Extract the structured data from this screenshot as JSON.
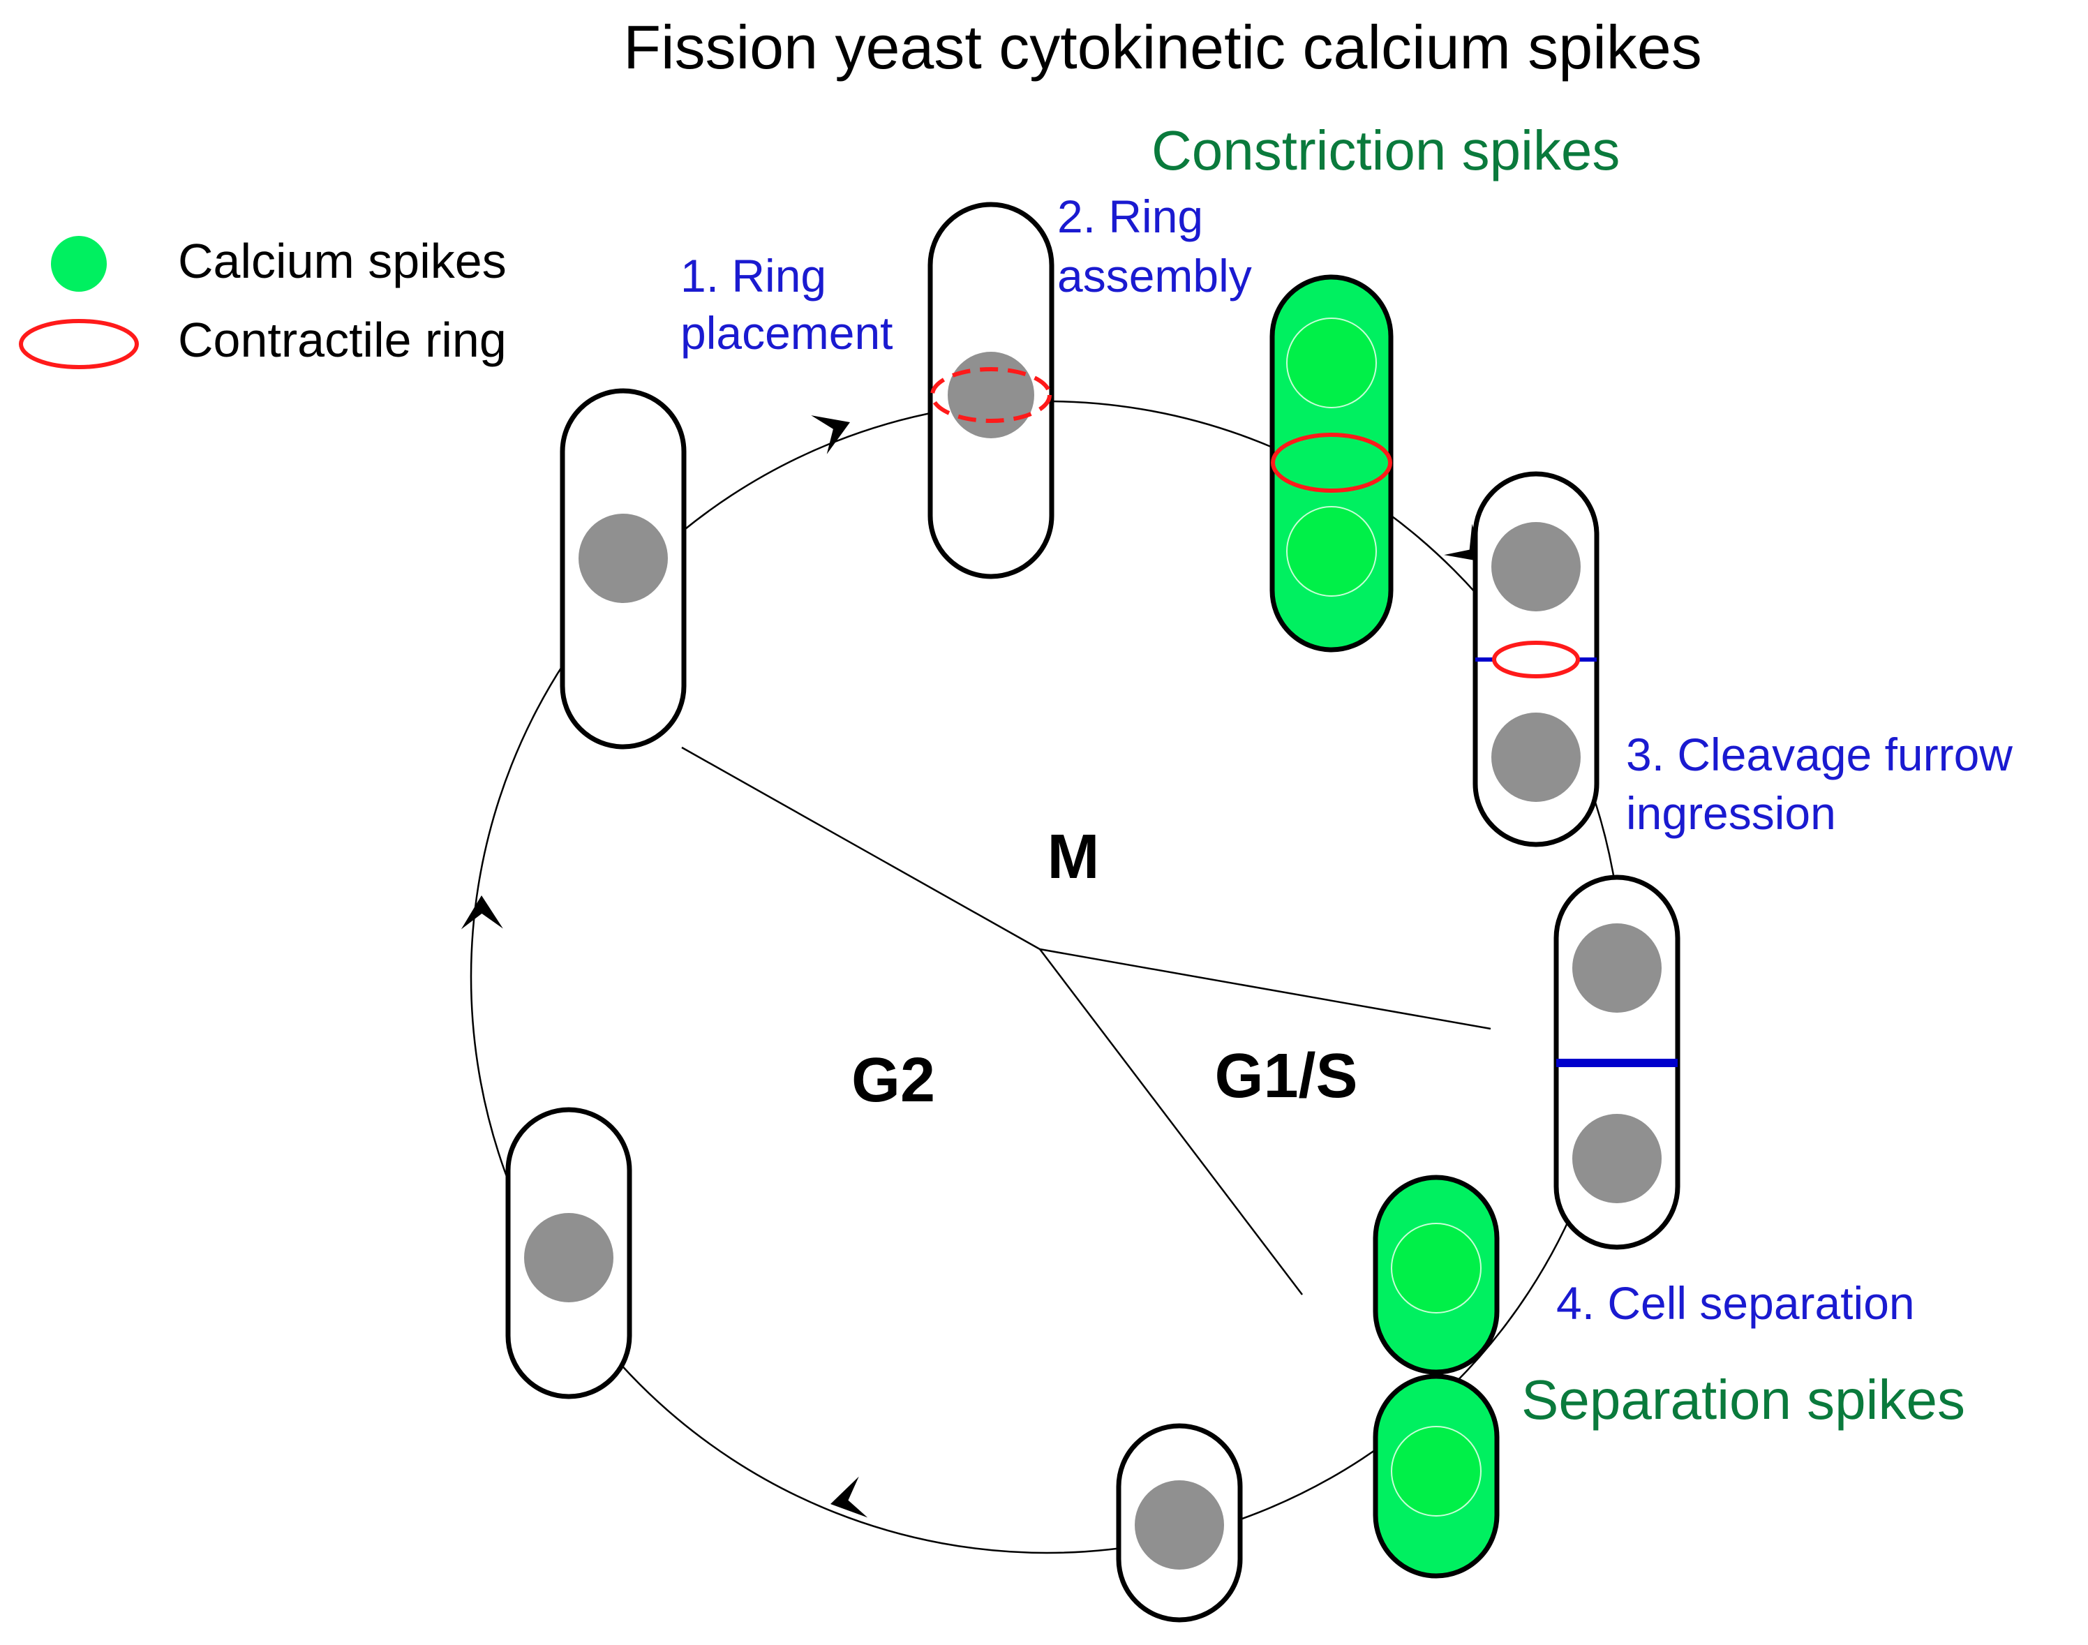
{
  "title": "Fission yeast cytokinetic calcium spikes",
  "legend": {
    "calcium_spikes": "Calcium spikes",
    "contractile_ring": "Contractile ring"
  },
  "steps": {
    "ring_placement_1": "1. Ring",
    "ring_placement_2": "placement",
    "ring_assembly_1": "2. Ring",
    "ring_assembly_2": "assembly",
    "cleavage_1": "3. Cleavage furrow",
    "cleavage_2": "ingression",
    "separation": "4. Cell separation"
  },
  "spike_labels": {
    "constriction": "Constriction spikes",
    "separation": "Separation spikes"
  },
  "phases": {
    "m": "M",
    "g2": "G2",
    "g1s": "G1/S"
  },
  "colors": {
    "calcium_green": "#00f060",
    "ring_red": "#ff1a1a",
    "septum_blue": "#0000cc",
    "nucleus_gray": "#909090",
    "step_text_blue": "#1a1ad0",
    "spike_text_green": "#0a7a3c"
  }
}
